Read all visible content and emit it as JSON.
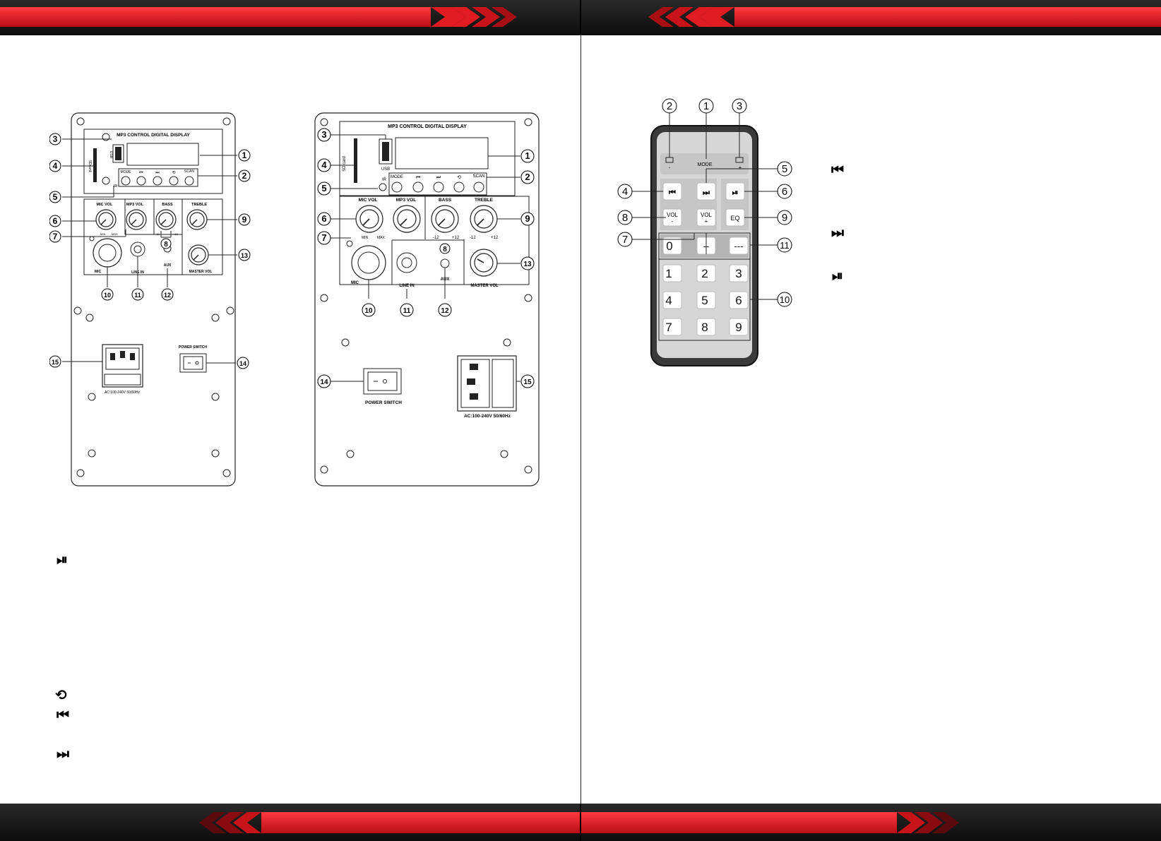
{
  "left_panel_a": {
    "display_title": "MP3 CONTROL DIGITAL DISPLAY",
    "usb_label": "USB",
    "sdcard_label": "SDcard",
    "ir_label": "IR",
    "mode_label": "MODE",
    "prev_label": "⏮",
    "next_label": "⏭",
    "repeat_label": "⟲",
    "scan_label": "SCAN",
    "mic_vol_label": "MIC VOL",
    "mp3_vol_label": "MP3 VOL",
    "bass_label": "BASS",
    "treble_label": "TREBLE",
    "min_label": "MIN",
    "max_label": "MAX",
    "minus12": "-12",
    "plus12": "+12",
    "mic_label": "MIC",
    "line_in_label": "LINE IN",
    "aux_label": "AUX",
    "master_vol_label": "MASTER VOL",
    "power_switch_label": "POWER SWITCH",
    "ac_label": "AC:100-240V  50/60Hz"
  },
  "left_panel_b": {
    "display_title": "MP3 CONTROL DIGITAL DISPLAY",
    "usb_label": "USB",
    "sdcard_label": "SD card",
    "ir_label": "IR",
    "mode_label": "MODE",
    "scan_label": "SCAN",
    "mic_vol_label": "MIC VOL",
    "mp3_vol_label": "MP3 VOL",
    "bass_label": "BASS",
    "treble_label": "TREBLE",
    "mic_label": "MIC",
    "line_in_label": "LINE IN",
    "aux_label": "AUX",
    "master_vol_label": "MASTER VOL",
    "power_switch_label": "POWER SWITCH",
    "ac_label": "AC:100-240V  50/60Hz"
  },
  "callouts": {
    "n1": "1",
    "n2": "2",
    "n3": "3",
    "n4": "4",
    "n5": "5",
    "n6": "6",
    "n7": "7",
    "n8": "8",
    "n9": "9",
    "n10": "10",
    "n11": "11",
    "n12": "12",
    "n13": "13",
    "n14": "14",
    "n15": "15"
  },
  "remote": {
    "mode_label": "MODE",
    "minus": "-",
    "plus": "+",
    "vol_label": "VOL",
    "eq_label": "EQ",
    "digit_0": "0",
    "dash2": "--",
    "dash3": "---",
    "digits": [
      "1",
      "2",
      "3",
      "4",
      "5",
      "6",
      "7",
      "8",
      "9"
    ]
  },
  "left_legend_icons": {
    "play_pause": "⏯",
    "repeat": "⟲",
    "prev": "⏮",
    "next": "⏭"
  },
  "right_legend_icons": {
    "prev": "⏮",
    "next": "⏭",
    "play_pause": "⏯"
  },
  "colors": {
    "band_red": "#e01b22",
    "band_dark": "#1a1a1a",
    "remote_body": "#3a3a3a",
    "remote_face": "#d6d6d6"
  }
}
